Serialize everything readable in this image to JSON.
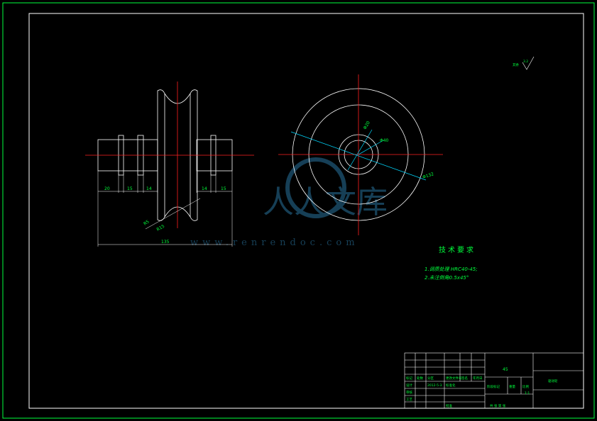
{
  "drawing": {
    "roughness": "3.2",
    "roughness_prefix": "其余",
    "tech_title": "技术要求",
    "tech_notes": [
      "1.调质处理 HRC40-45;",
      "2.未注倒角0.5x45°"
    ],
    "dims_side": {
      "d1": "20",
      "d2": "15",
      "d3": "14",
      "d4": "14",
      "d5": "15",
      "overall": "135",
      "r1": "R5",
      "r2": "R15"
    },
    "dims_front": {
      "a": "Φ20",
      "b": "Φ40",
      "c": "Φ132"
    }
  },
  "watermark": {
    "logo_text": "人人文库",
    "url": "www.renrendoc.com"
  },
  "title_block": {
    "material": "45",
    "part_name": "驱动轮",
    "scale": "1:1",
    "cells": {
      "biaoji": "标记",
      "chushu": "处数",
      "fenqu": "分区",
      "gengai": "更改文件号",
      "qianming": "签名",
      "nianyue": "年月日",
      "sheji": "设计",
      "date": "2012-5-3",
      "biaozhunhua": "标准化",
      "jieduan": "阶段标记",
      "zhongliang": "重量",
      "bili": "比例",
      "shenhe": "审核",
      "gongyi": "工艺",
      "pizhun": "批准",
      "gongzhang": "共 张 第 张"
    }
  }
}
